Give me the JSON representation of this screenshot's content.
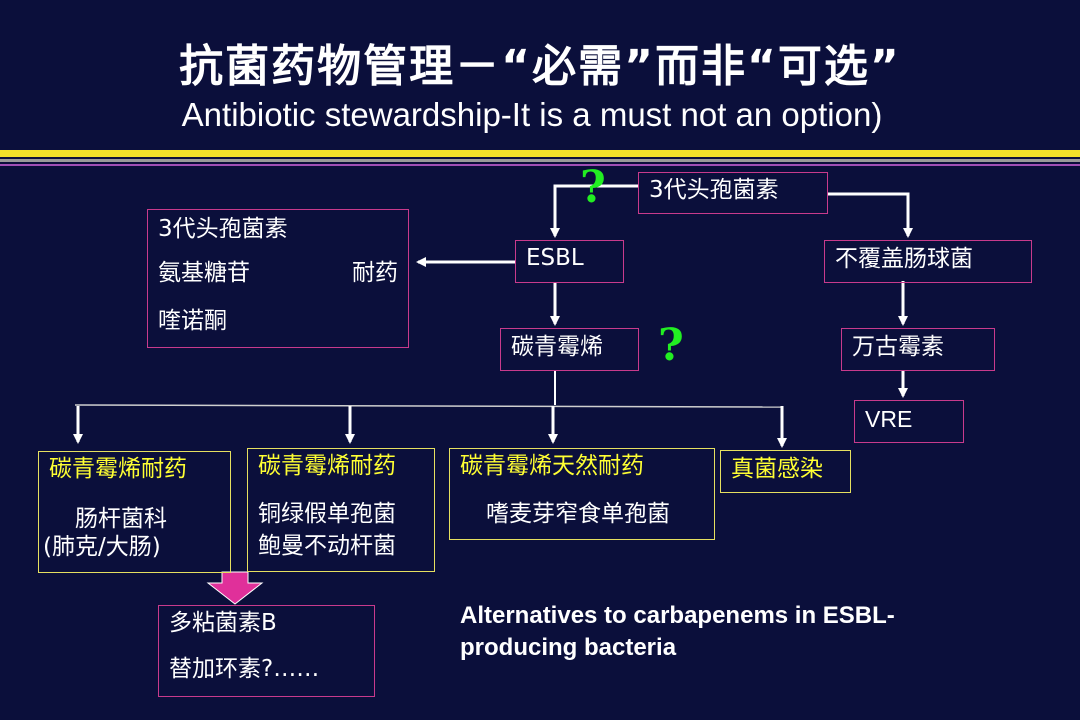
{
  "slide": {
    "title_cn": "抗菌药物管理－“必需”而非“可选”",
    "title_en": "Antibiotic stewardship-It is a must not an option)"
  },
  "diagram": {
    "cephalosporin_top": "3代头孢菌素",
    "esbl": "ESBL",
    "resistant_box": {
      "line1": "3代头孢菌素",
      "line2a": "氨基糖苷",
      "line2b": "耐药",
      "line3": "喹诺酮"
    },
    "carbapenem": "碳青霉烯",
    "no_enterococcus": "不覆盖肠球菌",
    "vancomycin": "万古霉素",
    "vre": "VRE",
    "question_mark": "?",
    "carb_resistant_1": {
      "title": "碳青霉烯耐药",
      "line1": "肠杆菌科",
      "line2": "(肺克/大肠)"
    },
    "carb_resistant_2": {
      "title": "碳青霉烯耐药",
      "line1": "铜绿假单孢菌",
      "line2": "鲍曼不动杆菌"
    },
    "carb_resistant_3": {
      "title": "碳青霉烯天然耐药",
      "line1": "嗜麦芽窄食单孢菌"
    },
    "fungal": "真菌感染",
    "polymyxin_box": {
      "line1": "多粘菌素B",
      "line2": "替加环素?……"
    },
    "note": "Alternatives to carbapenems in ESBL-producing bacteria"
  },
  "colors": {
    "background": "#0b0f3b",
    "highlight_text": "#ffff33",
    "question_mark": "#22ee22",
    "border_pink": "#c83a8c",
    "border_yellow": "#e6e060",
    "arrow_down_pink": "#e0309a"
  }
}
